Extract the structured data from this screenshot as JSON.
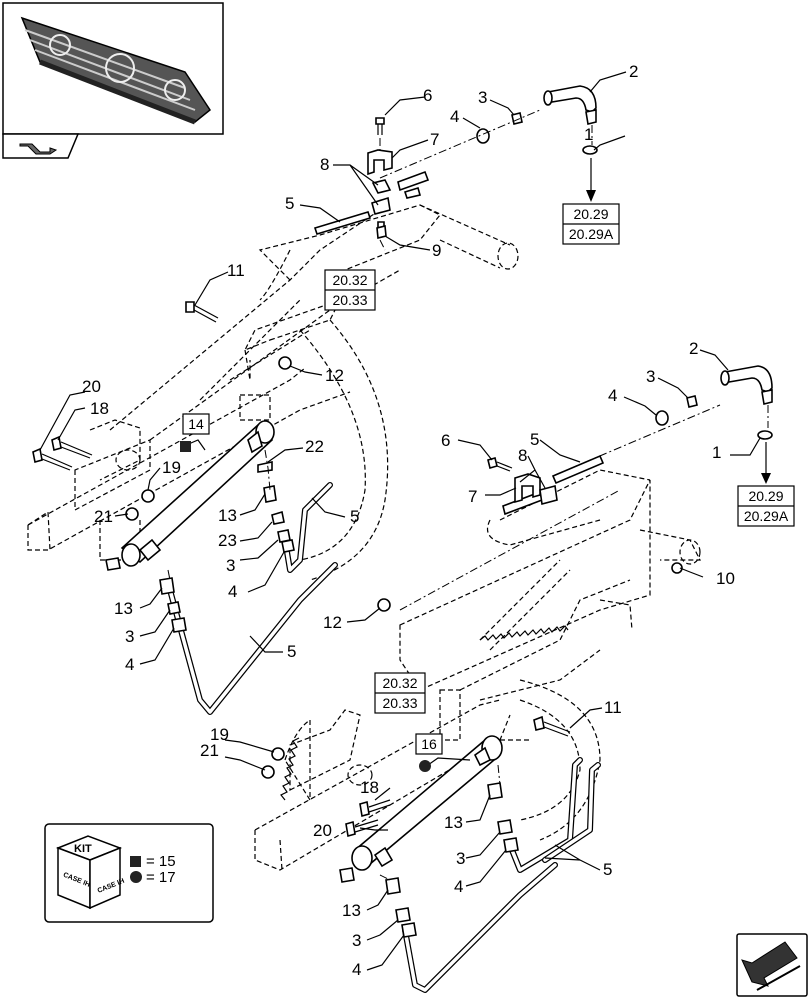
{
  "callouts": [
    "1",
    "2",
    "3",
    "4",
    "5",
    "6",
    "7",
    "8",
    "9",
    "10",
    "11",
    "12",
    "13",
    "14",
    "15",
    "16",
    "17",
    "18",
    "19",
    "20",
    "21",
    "22",
    "23"
  ],
  "refs": {
    "r2029": "20.29",
    "r2029a": "20.29A",
    "r2032": "20.32",
    "r2033": "20.33",
    "box14": "14",
    "box16": "16"
  },
  "kit": {
    "title": "KIT",
    "brand": "CASE IH",
    "line1": "= 15",
    "line2": "= 17"
  },
  "icons": [
    "header-thumbnail-icon",
    "page-back-icon",
    "next-page-arrow-icon",
    "kit-box-icon"
  ]
}
